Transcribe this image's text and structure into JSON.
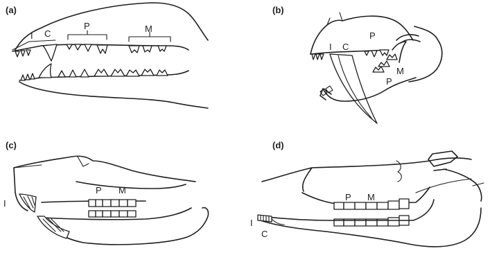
{
  "panels": [
    {
      "id": "a",
      "label": "(a)",
      "tooth_labels": {
        "incisor": "I",
        "canine": "C",
        "premolar": "P",
        "molar": "M"
      }
    },
    {
      "id": "b",
      "label": "(b)",
      "tooth_labels": {
        "incisor": "I",
        "canine": "C",
        "premolar_upper": "P",
        "molar": "M",
        "premolar_lower": "P"
      }
    },
    {
      "id": "c",
      "label": "(c)",
      "tooth_labels": {
        "incisor": "I",
        "premolar": "P",
        "molar": "M"
      }
    },
    {
      "id": "d",
      "label": "(d)",
      "tooth_labels": {
        "incisor": "I",
        "canine": "C",
        "premolar": "P",
        "molar": "M"
      }
    }
  ]
}
